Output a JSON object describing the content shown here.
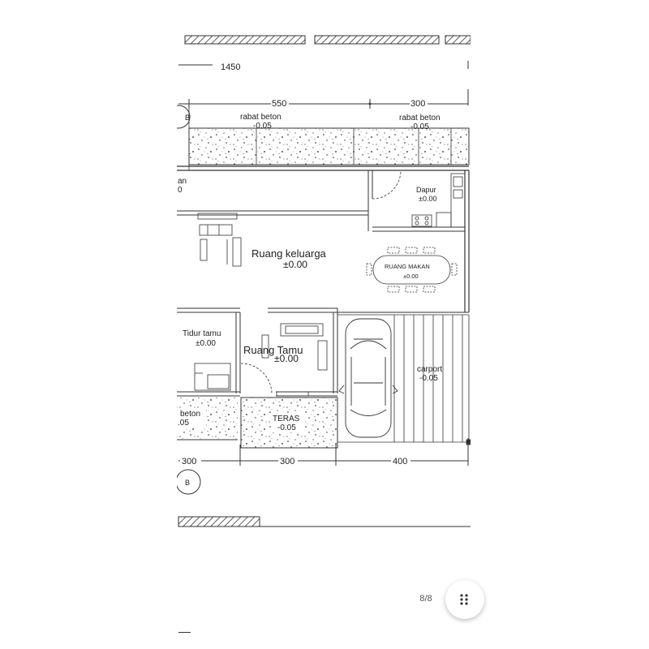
{
  "plan": {
    "dimensions": {
      "top_total": "1450",
      "top_left": "550",
      "top_right": "300",
      "bottom_left": "300",
      "bottom_mid": "300",
      "bottom_right": "400"
    },
    "axis_marker_top": "B",
    "axis_marker_bottom": "B",
    "rooms": {
      "rabat_left_name": "rabat beton",
      "rabat_left_level": "-0.05",
      "rabat_right_name": "rabat beton",
      "rabat_right_level": "-0.05",
      "partial_left_name": "an",
      "partial_left_level": "0",
      "dapur_name": "Dapur",
      "dapur_level": "±0.00",
      "keluarga_name": "Ruang keluarga",
      "keluarga_level": "±0.00",
      "makan_name": "RUANG MAKAN",
      "makan_level": "±0.00",
      "tidur_name": "Tidur tamu",
      "tidur_level": "±0.00",
      "tamu_name": "Ruang Tamu",
      "tamu_level": "±0.00",
      "carport_name": "carport",
      "carport_level": "-0.05",
      "teras_name": "TERAS",
      "teras_level": "-0.05",
      "bottom_beton_name": "beton",
      "bottom_beton_level": ".05"
    }
  },
  "viewer": {
    "page_counter": "8/8",
    "grid_icon": "grid-dots-icon"
  }
}
